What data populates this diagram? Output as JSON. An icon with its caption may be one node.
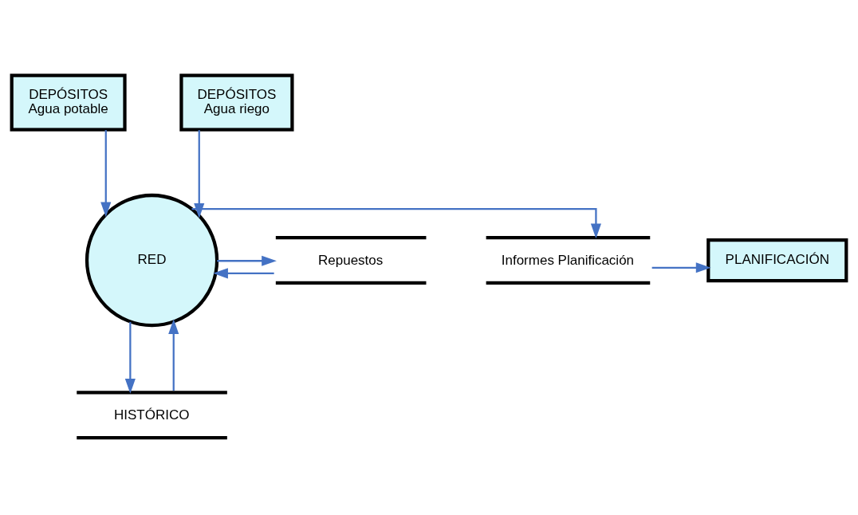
{
  "diagram": {
    "nodes": [
      {
        "text": [
          "DEPÓSITOS",
          "Agua potable"
        ]
      },
      {
        "text": [
          "DEPÓSITOS",
          "Agua riego"
        ]
      },
      {
        "text": [
          "RED"
        ]
      },
      {
        "text": [
          "PLANIFICACIÓN"
        ]
      },
      {
        "text": [
          "Informes Planificación"
        ]
      },
      {
        "text": [
          "Repuestos"
        ]
      },
      {
        "text": [
          "HISTÓRICO"
        ]
      }
    ],
    "edges": [
      {
        "from": 0,
        "to": 2,
        "arrow": "to"
      },
      {
        "from": 1,
        "to": 2,
        "arrow": "to"
      },
      {
        "from": 2,
        "to": 5,
        "arrow": "to"
      },
      {
        "from": 5,
        "to": 2,
        "arrow": "to"
      },
      {
        "from": 2,
        "to": 4,
        "arrow": "to"
      },
      {
        "from": 4,
        "to": 3,
        "arrow": "to"
      },
      {
        "from": 6,
        "to": 2,
        "arrow": "to"
      },
      {
        "from": 2,
        "to": 6,
        "arrow": "to"
      }
    ]
  }
}
